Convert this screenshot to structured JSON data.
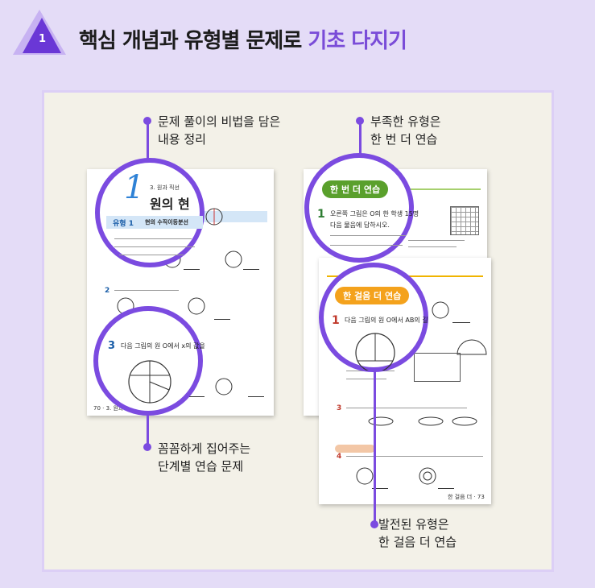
{
  "header": {
    "step_number": "1",
    "title_main": "핵심 개념과 유형별 문제로 ",
    "title_highlight": "기초 다지기"
  },
  "callouts": {
    "top_left": "문제 풀이의 비법을 담은\n내용 정리",
    "bottom_left": "꼼꼼하게 집어주는\n단계별 연습 문제",
    "top_right": "부족한 유형은\n한 번 더 연습",
    "bottom_right": "발전된 유형은\n한 걸음 더 연습"
  },
  "left_page": {
    "chapter_number": "1",
    "chapter_sub": "3. 원과 직선",
    "chapter_title": "원의 현",
    "type_label": "유형 1",
    "type_title": "현의 수직이등분선",
    "q3_text": "다음 그림의 원 O에서 x의 값을",
    "q3_num": "3",
    "q2_num": "2",
    "footer": "70 · 3. 원과 직선"
  },
  "right_top_page": {
    "badge": "한 번 더 연습",
    "q1_num": "1",
    "q1_text": "오른쪽 그림은 O의 한 학생 15명",
    "q1_text2": "다음 물음에 답하시오."
  },
  "right_bottom_page": {
    "badge": "한 걸음 더 연습",
    "q1_num": "1",
    "q1_text": "다음 그림의 원 O에서 AB의 길",
    "q3_num": "3",
    "q4_num": "4",
    "footer": "한 걸음 더 · 73"
  },
  "colors": {
    "accent": "#7b4be0",
    "background": "#e4dcf7",
    "panel": "#f3f1e8"
  }
}
